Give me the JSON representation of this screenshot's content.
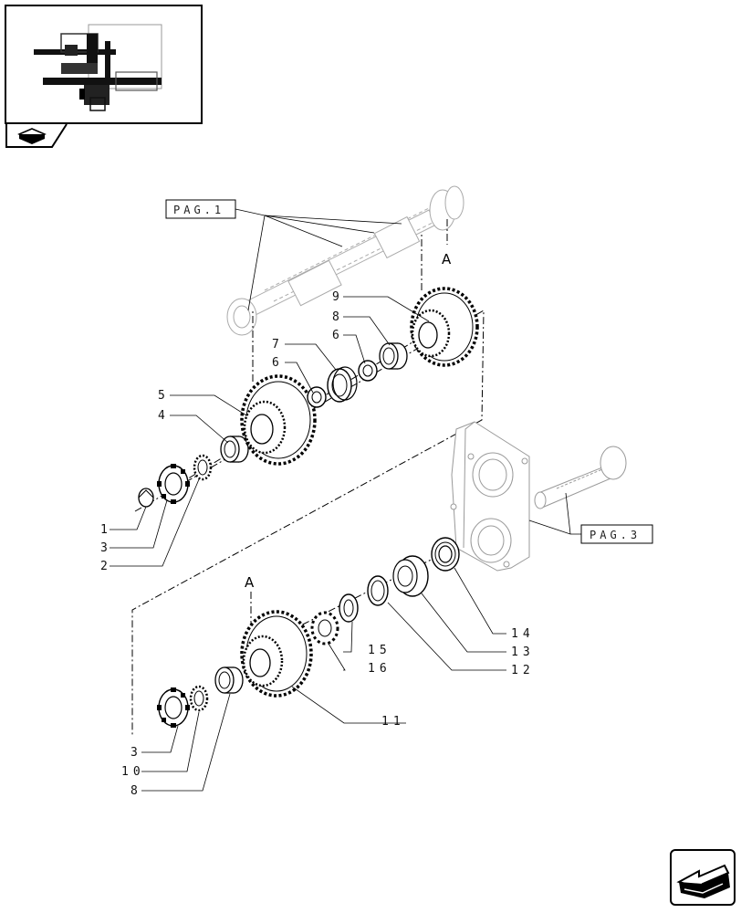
{
  "diagram": {
    "reference_boxes": [
      {
        "id": "pag1",
        "label": "PAG.1"
      },
      {
        "id": "pag3",
        "label": "PAG.3"
      }
    ],
    "section_markers": [
      {
        "id": "upper",
        "label": "A"
      },
      {
        "id": "lower",
        "label": "A"
      }
    ],
    "callouts": [
      {
        "id": "c1",
        "label": "1"
      },
      {
        "id": "c3a",
        "label": "3"
      },
      {
        "id": "c2",
        "label": "2"
      },
      {
        "id": "c4",
        "label": "4"
      },
      {
        "id": "c5",
        "label": "5"
      },
      {
        "id": "c6a",
        "label": "6"
      },
      {
        "id": "c7",
        "label": "7"
      },
      {
        "id": "c6b",
        "label": "6"
      },
      {
        "id": "c8a",
        "label": "8"
      },
      {
        "id": "c9",
        "label": "9"
      },
      {
        "id": "c14",
        "label": "14"
      },
      {
        "id": "c13",
        "label": "13"
      },
      {
        "id": "c12",
        "label": "12"
      },
      {
        "id": "c15",
        "label": "15"
      },
      {
        "id": "c16",
        "label": "16"
      },
      {
        "id": "c11",
        "label": "11"
      },
      {
        "id": "c3b",
        "label": "3"
      },
      {
        "id": "c10",
        "label": "10"
      },
      {
        "id": "c8b",
        "label": "8"
      }
    ]
  },
  "icons": {
    "tab": "book-arrow-icon",
    "next_page": "page-arrow-icon"
  }
}
